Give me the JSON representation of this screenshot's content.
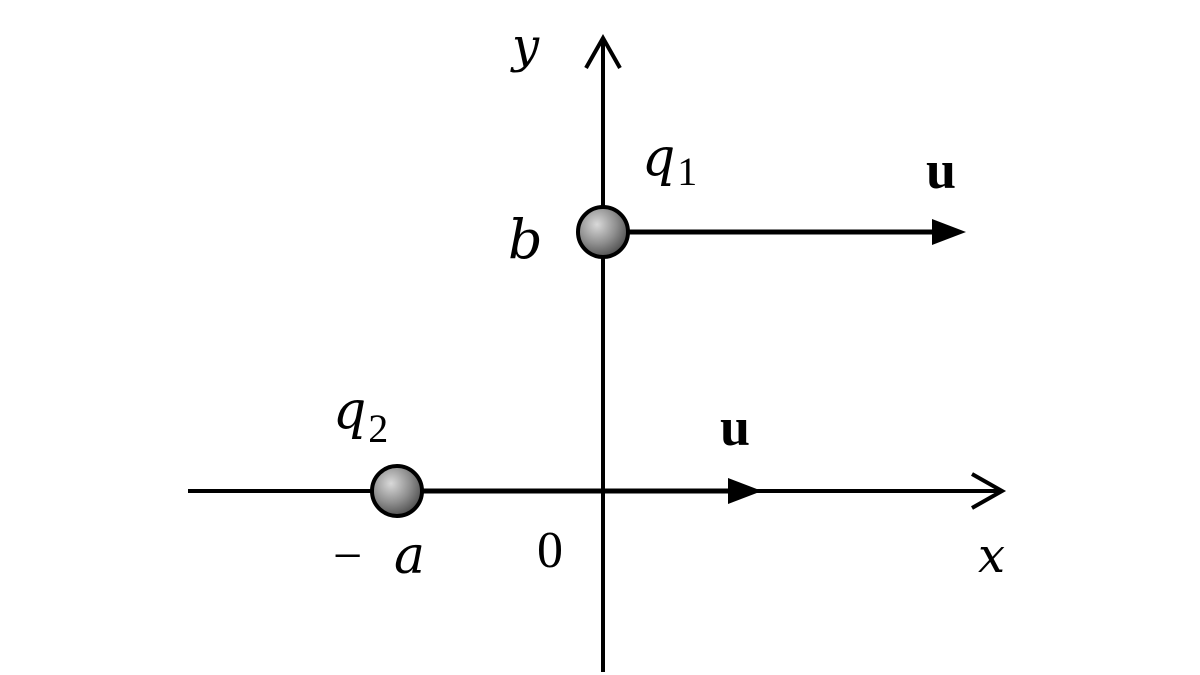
{
  "axes": {
    "x_label": "x",
    "y_label": "y",
    "origin_label": "0",
    "b_label": "b",
    "neg_a_minus": "−",
    "neg_a_letter": "a"
  },
  "charges": {
    "q1": {
      "letter": "q",
      "subscript": "1"
    },
    "q2": {
      "letter": "q",
      "subscript": "2"
    }
  },
  "velocity": {
    "q1_label": "u",
    "q2_label": "u"
  },
  "colors": {
    "line": "#000000",
    "charge_fill_light": "#c8c8c8",
    "charge_fill_dark": "#555555"
  }
}
